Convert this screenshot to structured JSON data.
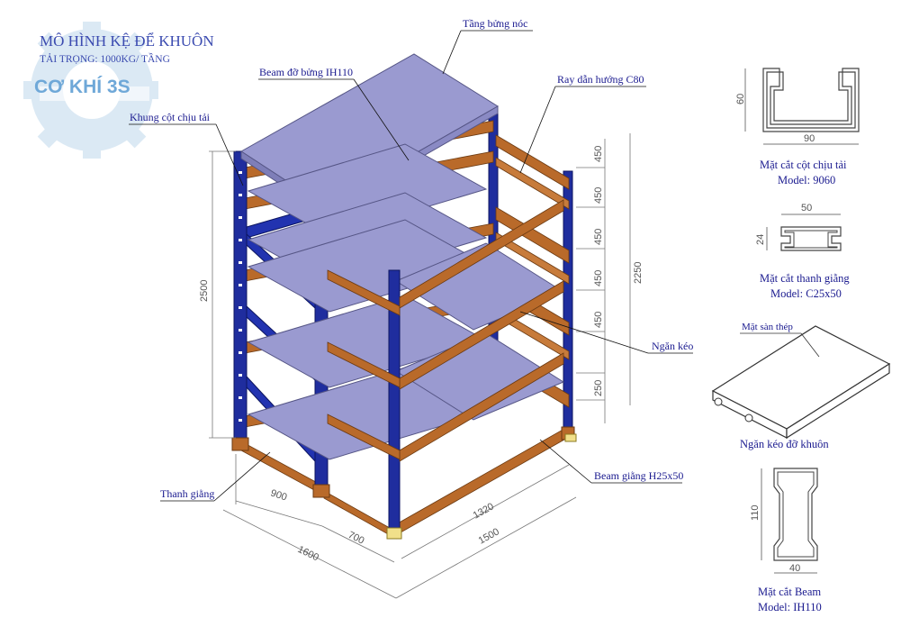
{
  "title": "MÔ HÌNH KỆ ĐỂ KHUÔN",
  "subtitle": "TẢI TRỌNG: 1000KG/ TẦNG",
  "logo_text": "CƠ KHÍ 3S",
  "colors": {
    "title": "#3b4bb0",
    "frame": "#1f2d9e",
    "beam": "#b96a2a",
    "shelf": "#9a9ad0",
    "label": "#1a1a8f",
    "dim": "#666666"
  },
  "callouts": {
    "top_deck": "Tầng bửng nóc",
    "beam_ih110": "Beam đỡ bửng IH110",
    "rail_c80": "Ray dẫn hướng C80",
    "frame": "Khung cột chịu tải",
    "drawer": "Ngăn kéo",
    "beam_h25": "Beam giằng H25x50",
    "brace": "Thanh giằng"
  },
  "dimensions": {
    "height_total": "2500",
    "height_2250": "2250",
    "steps": [
      "450",
      "450",
      "450",
      "450",
      "450",
      "250"
    ],
    "d900": "900",
    "d1600": "1600",
    "d700": "700",
    "d1320": "1320",
    "d1500": "1500"
  },
  "sections": {
    "column": {
      "caption1": "Mặt cắt cột chịu tải",
      "caption2": "Model: 9060",
      "w": "90",
      "h": "60"
    },
    "brace": {
      "caption1": "Mặt cắt thanh giằng",
      "caption2": "Model: C25x50",
      "w": "50",
      "h": "24"
    },
    "drawer": {
      "caption": "Ngăn kéo đỡ khuôn",
      "label": "Mặt sàn thép"
    },
    "beam": {
      "caption1": "Mặt cắt Beam",
      "caption2": "Model: IH110",
      "w": "40",
      "h": "110"
    }
  }
}
